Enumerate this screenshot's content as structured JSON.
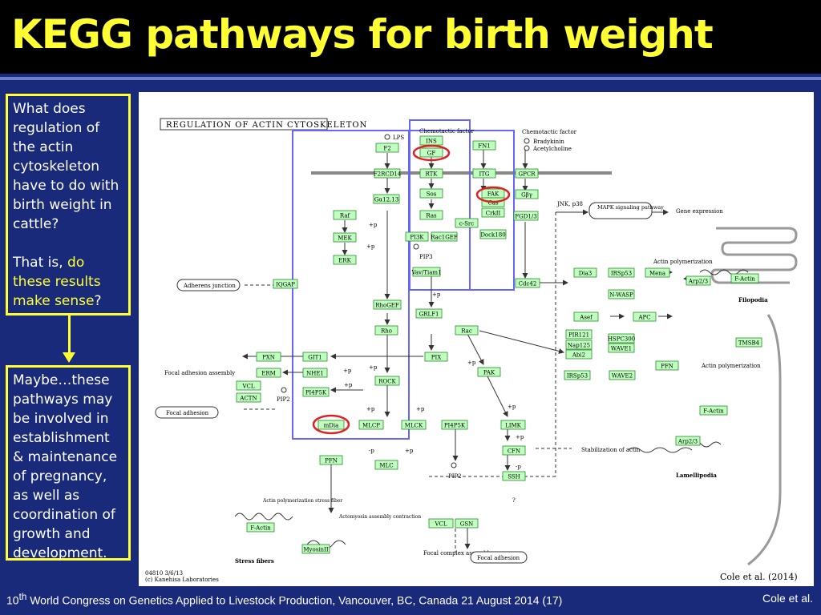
{
  "title": "KEGG pathways for birth weight",
  "box1": {
    "question": "What does regulation of the actin cytoskeleton have to do with birth weight in cattle?",
    "that_is": "That is, ",
    "highlight": "do these results make sense",
    "end": "?"
  },
  "box2": {
    "text": "Maybe…these pathways may be involved in establishment & maintenance of pregnancy, as well as coordination of growth and development."
  },
  "diagram": {
    "header": "REGULATION OF ACTIN CYTOSKELETON",
    "credit": "Cole et al. (2014)",
    "map_id": "04810 3/6/13",
    "copyright": "(c) Kanehisa Laboratories",
    "labels": {
      "lps": "LPS",
      "chemotactic1": "Chemotactic factor",
      "chemotactic2": "Chemotactic factor",
      "bradykinin": "Bradykinin",
      "acetylcholine": "Acetylcholine",
      "jnk": "JNK, p38",
      "gene_expr": "Gene expression",
      "actin_poly": "Actin polymerization",
      "filopodia": "Filopodia",
      "actin_poly2": "Actin polymerization",
      "lamellipodia": "Lamellipodia",
      "focal_adhesion_assembly": "Focal adhesion assembly",
      "pip2a": "PIP2",
      "pip3": "PIP3",
      "pip2b": "PIP2",
      "stress_fiber_label": "Actin polymerization stress fiber",
      "actomyosin": "Actomyosin assembly contraction",
      "stress_fibers": "Stress fibers",
      "focal_complex": "Focal complex assembly",
      "stabilization": "Stabilization of actin",
      "question": "?",
      "p1": "+p",
      "p2": "+p",
      "p3": "+p",
      "p4": "+p",
      "p5": "+p",
      "p6": "+p",
      "p7": "+p",
      "p8": "+p",
      "p9": "-p",
      "p10": "+p",
      "p11": "+p",
      "p12": "-p",
      "p13": "+p",
      "p14": "+p"
    },
    "rounded": {
      "adherens": "Adherens junction",
      "mapk": "MAPK signaling pathway",
      "focal1": "Focal adhesion",
      "focal2": "Focal adhesion"
    },
    "nodes": {
      "F2": "F2",
      "INS": "INS",
      "GF": "GF",
      "FN1": "FN1",
      "F2R": "F2RCD14",
      "RTK": "RTK",
      "ITG": "ITG",
      "GPCR": "GPCR",
      "Ga12": "Gα12,13",
      "Sos": "Sos",
      "FAK": "FAK",
      "Cas": "Cas",
      "Gbg": "Gβγ",
      "Raf": "Raf",
      "Ras": "Ras",
      "CrkII": "CrkII",
      "FGD1": "FGD1/3",
      "cSrc": "c-Src",
      "Dock180": "Dock180",
      "MEK": "MEK",
      "PI3K": "PI3K",
      "Rac1GEF": "Rac1GEF",
      "ERK": "ERK",
      "Vav": "Vav/Tiam1",
      "IQGAP": "IQGAP",
      "Cdc42": "Cdc42",
      "Dia3": "Dia3",
      "IRSp53a": "IRSp53",
      "Mena": "Mena",
      "Arp23a": "Arp2/3",
      "FActina": "F-Actin",
      "NWASP": "N-WASP",
      "RhoGEF": "RhoGEF",
      "GRLF1": "GRLF1",
      "Asef": "Asef",
      "APC": "APC",
      "Rho": "Rho",
      "Rac": "Rac",
      "PIR121": "PIR121",
      "Nap125": "Nap125",
      "Abi2": "Abi2",
      "HSPC300": "HSPC300",
      "WAVE1": "WAVE1",
      "TMSB4": "TMSB4",
      "PXN": "PXN",
      "GIT1": "GIT1",
      "PIX": "PIX",
      "PFNa": "PFN",
      "ERM": "ERM",
      "NHE1": "NHE1",
      "ROCK": "ROCK",
      "PAK": "PAK",
      "IRSp53b": "IRSp53",
      "WAVE2": "WAVE2",
      "VCLa": "VCL",
      "ACTN": "ACTN",
      "PI4P5Ka": "PI4P5K",
      "FActinb": "F-Actin",
      "mDia": "mDia",
      "MLCP": "MLCP",
      "MLCK": "MLCK",
      "PI4P5Kb": "PI4P5K",
      "LIMK": "LIMK",
      "Arp23b": "Arp2/3",
      "PFNb": "PFN",
      "CFN": "CFN",
      "MLC": "MLC",
      "SSH": "SSH",
      "VCLb": "VCL",
      "GSN": "GSN",
      "FActinc": "F-Actin",
      "MyosinII": "MyosinII"
    }
  },
  "footer": {
    "sup": "th",
    "num": "10",
    "rest": " World Congress on Genetics Applied to Livestock Production, Vancouver, BC, Canada 21 August 2014 (17)",
    "right": "Cole et al."
  },
  "colors": {
    "background": "#1a2a7a",
    "title": "#ffff33",
    "node_fill": "#bfffbf",
    "node_stroke": "#2a8a2a",
    "highlight_box": "#6666ff",
    "circle": "#dd2222"
  }
}
